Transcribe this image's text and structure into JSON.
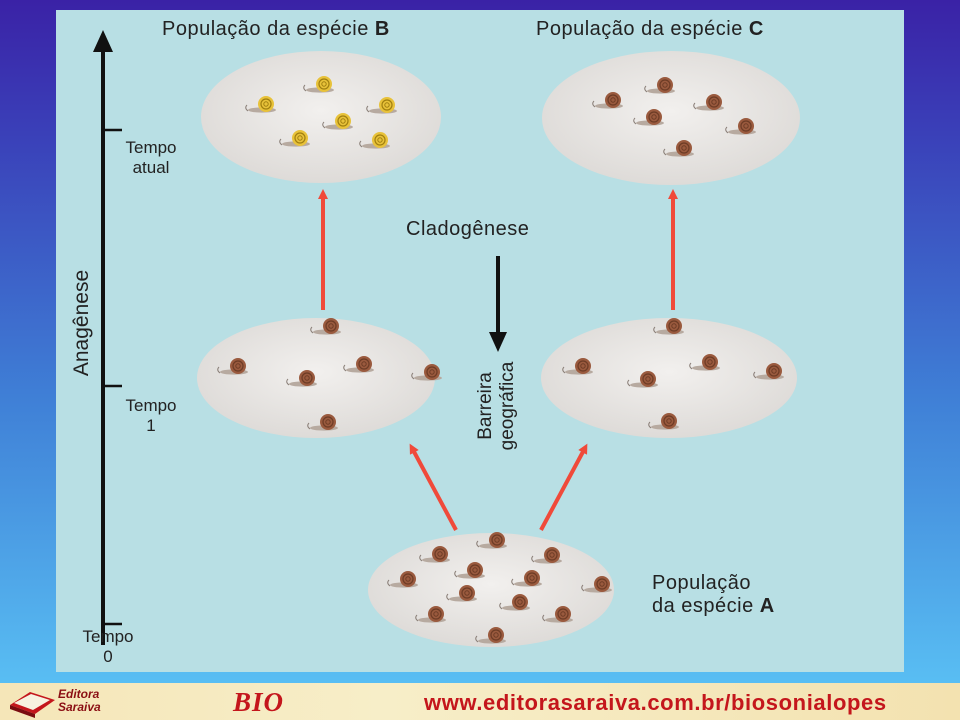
{
  "headings": {
    "species_b_prefix": "População da espécie ",
    "species_b_letter": "B",
    "species_c_prefix": "População da espécie ",
    "species_c_letter": "C"
  },
  "labels": {
    "cladogenese": "Cladogênese",
    "anagenese": "Anagênese",
    "barreira_line1": "Barreira",
    "barreira_line2": "geográfica",
    "species_a_line1": "População",
    "species_a_line2_prefix": "da espécie ",
    "species_a_letter": "A"
  },
  "timeline": {
    "tempo_atual_line1": "Tempo",
    "tempo_atual_line2": "atual",
    "tempo_1_line1": "Tempo",
    "tempo_1_line2": "1",
    "tempo_0_line1": "Tempo",
    "tempo_0_line2": "0"
  },
  "footer": {
    "publisher_line1": "Editora",
    "publisher_line2": "Saraiva",
    "subject": "BIO",
    "url": "www.editorasaraiva.com.br/biosonialopes"
  },
  "colors": {
    "arrow_red": "#f04a3a",
    "snail_brown": "#9a5a3e",
    "snail_yellow": "#e8c23a",
    "panel_bg": "#b8dfe4",
    "footer_red": "#c4161c"
  }
}
